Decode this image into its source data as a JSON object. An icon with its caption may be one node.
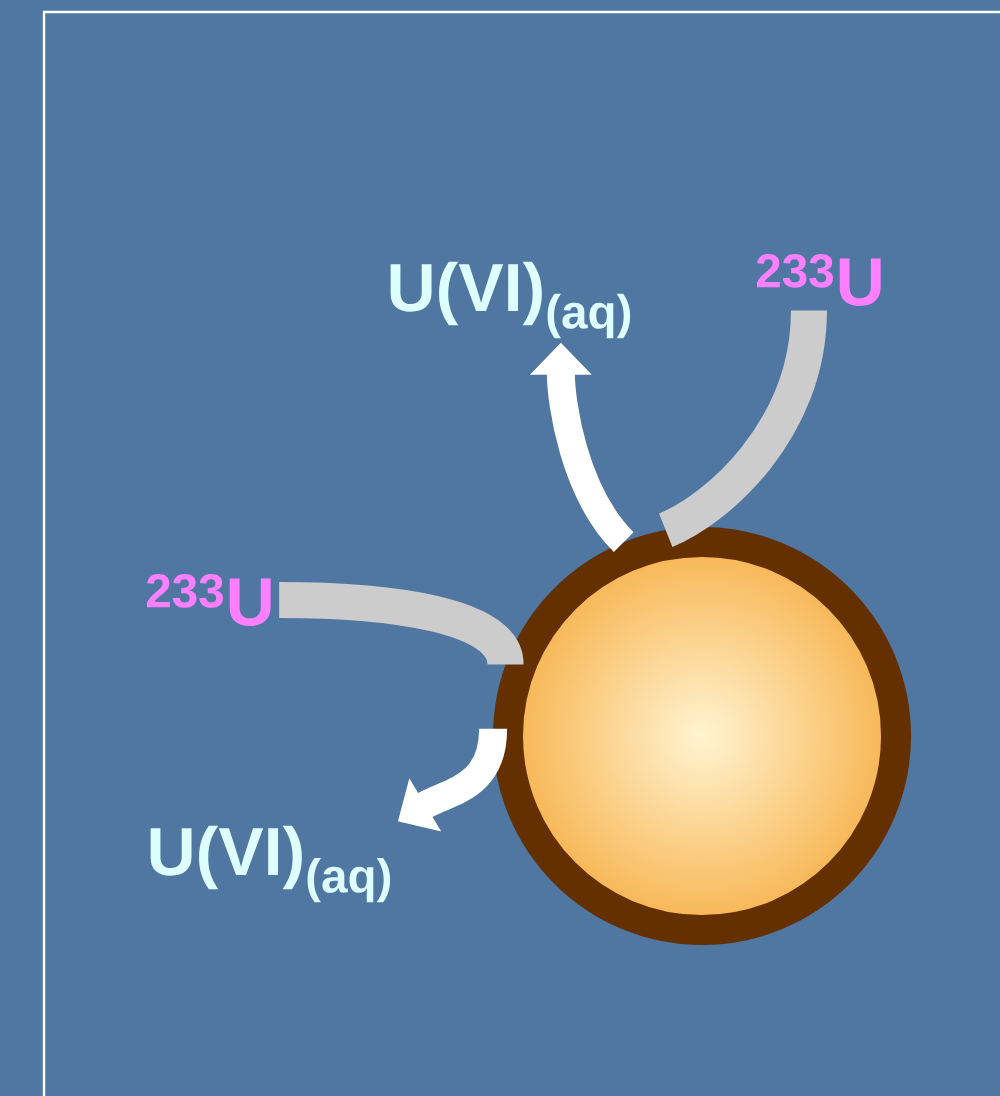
{
  "diagram": {
    "nodes": [
      {
        "text": [
          "U(VI)$_{(aq)}$"
        ]
      },
      {
        "text": [
          "$^{233}$U"
        ]
      },
      {
        "text": [
          "$^{233}$U"
        ]
      },
      {
        "text": [
          "U(VI)$_{(aq)}$"
        ]
      },
      {
        "text": [],
        "shape": "circle"
      }
    ],
    "edges": [
      {
        "from": 1,
        "to": 4,
        "arrow": "none",
        "color": "#cccccc"
      },
      {
        "from": 4,
        "to": 0,
        "arrow": "to",
        "color": "#ffffff"
      },
      {
        "from": 2,
        "to": 4,
        "arrow": "none",
        "color": "#cccccc"
      },
      {
        "from": 4,
        "to": 3,
        "arrow": "to",
        "color": "#ffffff"
      }
    ]
  }
}
